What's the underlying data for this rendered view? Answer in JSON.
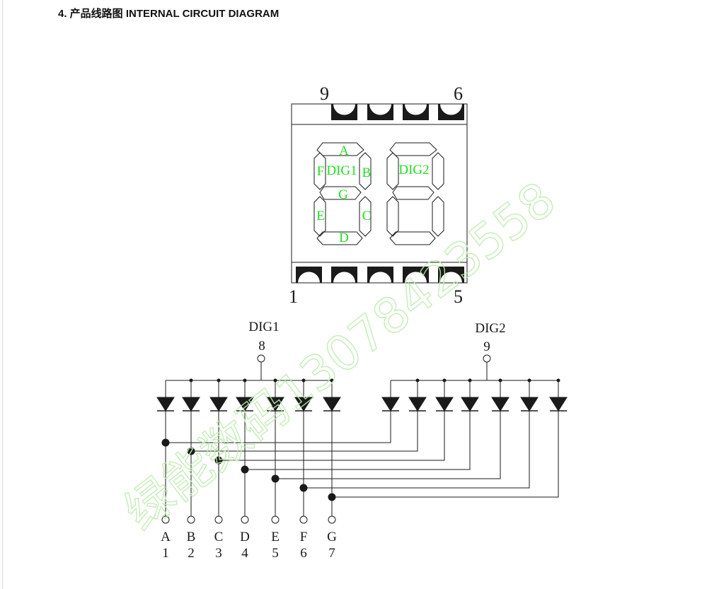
{
  "heading": "4.  产品线路图 INTERNAL CIRCUIT DIAGRAM",
  "package": {
    "pin_top_left": "9",
    "pin_top_right": "6",
    "pin_bottom_left": "1",
    "pin_bottom_right": "5",
    "digit1_label": "DIG1",
    "digit2_label": "DIG2",
    "segments": {
      "a": "A",
      "b": "B",
      "c": "C",
      "d": "D",
      "e": "E",
      "f": "F",
      "g": "G"
    }
  },
  "schematic": {
    "common1": {
      "label": "DIG1",
      "pin": "8"
    },
    "common2": {
      "label": "DIG2",
      "pin": "9"
    },
    "segment_pins": [
      {
        "name": "A",
        "pin": "1"
      },
      {
        "name": "B",
        "pin": "2"
      },
      {
        "name": "C",
        "pin": "3"
      },
      {
        "name": "D",
        "pin": "4"
      },
      {
        "name": "E",
        "pin": "5"
      },
      {
        "name": "F",
        "pin": "6"
      },
      {
        "name": "G",
        "pin": "7"
      }
    ]
  },
  "watermark": "绿能数码13078423558",
  "colors": {
    "ink": "#1a1a1a",
    "segment_label": "#22dd22",
    "watermark": "#bfeab0"
  }
}
